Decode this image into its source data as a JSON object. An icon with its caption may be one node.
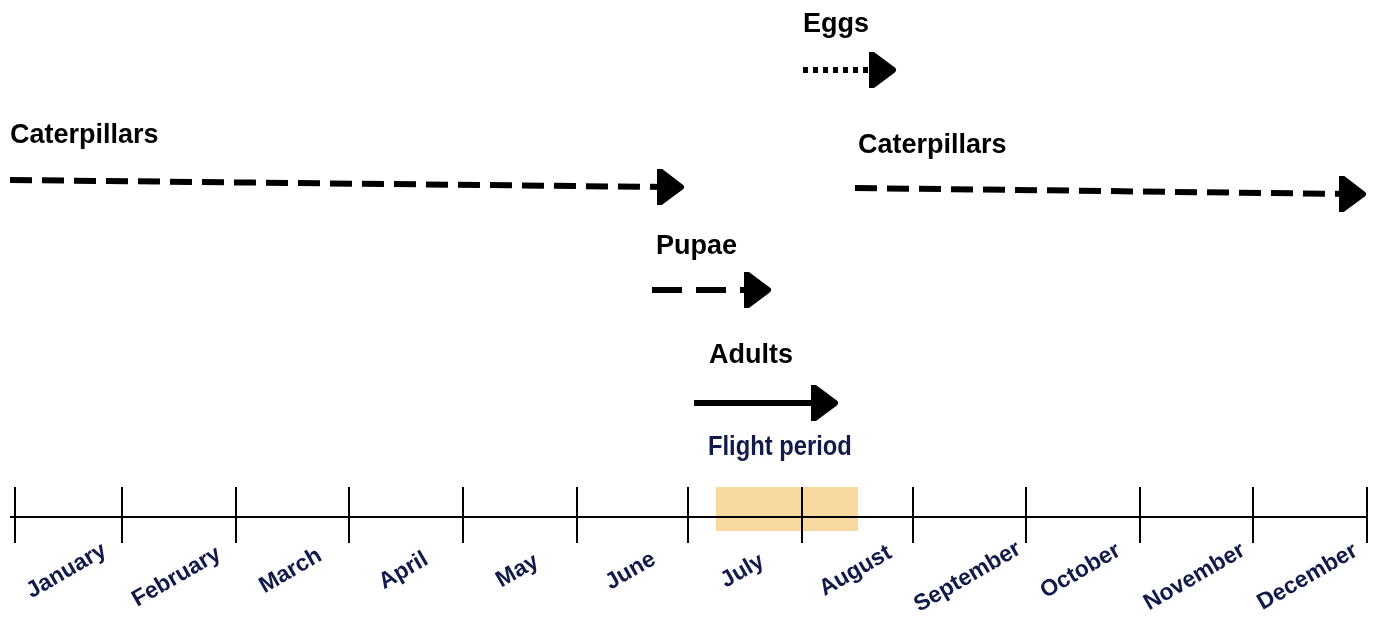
{
  "diagram": {
    "labels": [
      "Eggs",
      "Caterpillars",
      "Caterpillars",
      "Pupae",
      "Adults",
      "Flight period",
      "January",
      "February",
      "March",
      "April",
      "May",
      "June",
      "July",
      "August",
      "September",
      "October",
      "November",
      "December"
    ]
  }
}
